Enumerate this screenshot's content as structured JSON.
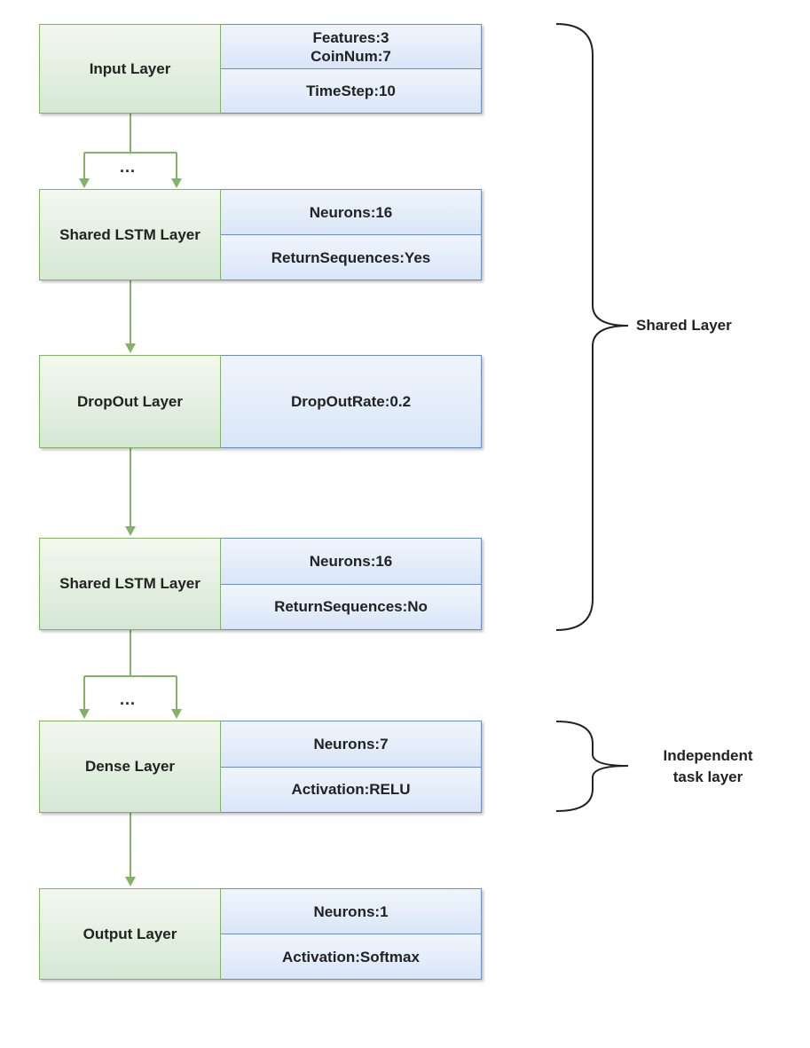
{
  "layers": [
    {
      "name": "Input Layer",
      "params": [
        [
          "Features:3",
          "CoinNum:7"
        ],
        [
          "TimeStep:10"
        ]
      ]
    },
    {
      "name": "Shared LSTM Layer",
      "params": [
        [
          "Neurons:16"
        ],
        [
          "ReturnSequences:Yes"
        ]
      ]
    },
    {
      "name": "DropOut Layer",
      "params": [
        [
          "DropOutRate:0.2"
        ]
      ]
    },
    {
      "name": "Shared LSTM Layer",
      "params": [
        [
          "Neurons:16"
        ],
        [
          "ReturnSequences:No"
        ]
      ]
    },
    {
      "name": "Dense Layer",
      "params": [
        [
          "Neurons:7"
        ],
        [
          "Activation:RELU"
        ]
      ]
    },
    {
      "name": "Output Layer",
      "params": [
        [
          "Neurons:1"
        ],
        [
          "Activation:Softmax"
        ]
      ]
    }
  ],
  "ellipsis": "...",
  "groups": {
    "shared": "Shared Layer",
    "independent": [
      "Independent",
      "task layer"
    ]
  },
  "colors": {
    "layer_fill": "#d5e8d4",
    "layer_stroke": "#82b366",
    "param_fill": "#dae8fc",
    "param_stroke": "#6c8ebf",
    "connector": "#82b366",
    "brace": "#222222"
  }
}
